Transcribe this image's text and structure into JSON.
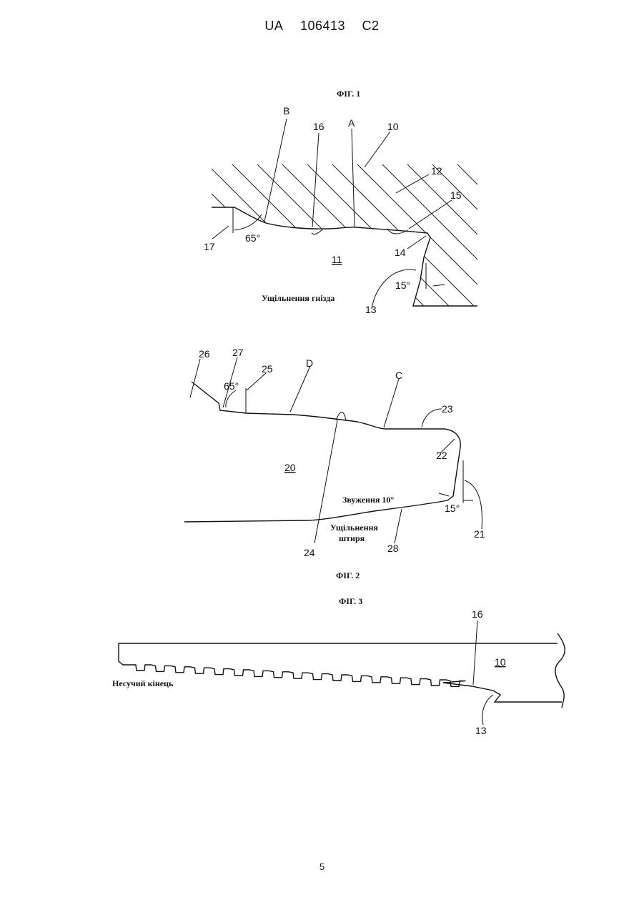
{
  "header": {
    "country": "UA",
    "number": "106413",
    "kind": "C2"
  },
  "page_number": "5",
  "fig1": {
    "title": "ФІГ. 1",
    "labels": {
      "b": "B",
      "n16": "16",
      "a": "A",
      "n10": "10",
      "n12": "12",
      "n15": "15",
      "n17": "17",
      "angle65": "65°",
      "n11": "11",
      "n14": "14",
      "angle15": "15°",
      "n13": "13"
    },
    "caption": "Ущільнення гнізда"
  },
  "fig2": {
    "title": "ФІГ. 2",
    "labels": {
      "n26": "26",
      "n27": "27",
      "n25": "25",
      "d": "D",
      "c": "C",
      "angle65": "65°",
      "n23": "23",
      "n20": "20",
      "n22": "22",
      "angle15": "15°",
      "n21": "21",
      "n24": "24",
      "n28": "28"
    },
    "caption_taper": "Звуження 10°",
    "caption_seal_line1": "Ущільнення",
    "caption_seal_line2": "штиря"
  },
  "fig3": {
    "title": "ФІГ. 3",
    "labels": {
      "n16": "16",
      "n10": "10",
      "n13": "13"
    },
    "caption": "Несучий кінець"
  }
}
